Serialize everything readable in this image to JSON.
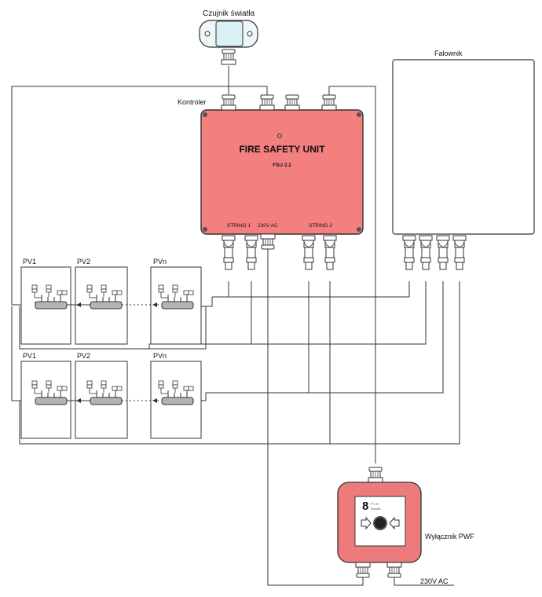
{
  "labels": {
    "light_sensor": "Czujnik światła",
    "controller": "Kontroler",
    "inverter": "Falownik",
    "pwf_switch": "Wyłącznik PWF",
    "ac_supply": "230V AC"
  },
  "fsu": {
    "title": "FIRE SAFETY UNIT",
    "model": "FSU 2.2",
    "ports": {
      "string1": "STRING 1",
      "ac": "230V AC",
      "string2": "STRING 2"
    }
  },
  "pv_rows": [
    {
      "panels": [
        "PV1",
        "PV2",
        "PVn"
      ]
    },
    {
      "panels": [
        "PV1",
        "PV2",
        "PVn"
      ]
    }
  ],
  "pwf": {
    "digit": "8",
    "tiny_top": "PT  1B",
    "tiny_bottom": "Schalter"
  },
  "colors": {
    "fsu_fill": "#f47f7f",
    "pwf_fill": "#ee7b7b",
    "sensor_fill": "#d9f0f4",
    "wire": "#333333"
  }
}
